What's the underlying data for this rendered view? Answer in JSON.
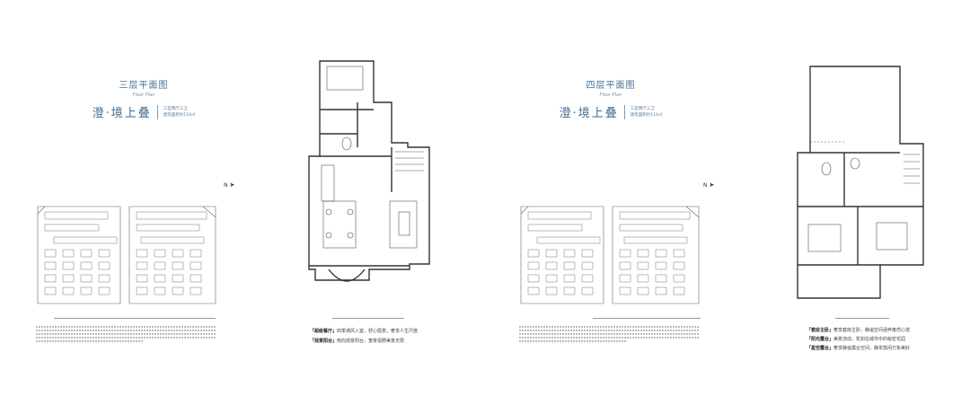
{
  "spreads": [
    {
      "floor_title": "三层平面图",
      "floor_subtitle": "Floor Plan",
      "brand": "澄·境上叠",
      "unit_type": "三室两厅三卫",
      "area": "建筑面积约114㎡",
      "north": "N",
      "plan_note": "",
      "features": [
        {
          "label": "「超级餐厅」",
          "text": "四季通风入室，舒心惬意，奢享人生尺度"
        },
        {
          "label": "「观景阳台」",
          "text": "南向观景阳台，宽景视野美景无限"
        }
      ]
    },
    {
      "floor_title": "四层平面图",
      "floor_subtitle": "Floor Plan",
      "brand": "澄·境上叠",
      "unit_type": "三室两厅三卫",
      "area": "建筑面积约114㎡",
      "north": "N",
      "plan_note": "",
      "features": [
        {
          "label": "「套房主卧」",
          "text": "奢享套房主卧，静谧空间涵养雍然心境"
        },
        {
          "label": "「阳光露台」",
          "text": "美景流动，犹如在城市中的秘密花园"
        },
        {
          "label": "「星空露台」",
          "text": "奢享静谧露台空间，静享悠闲万象美好"
        }
      ]
    }
  ]
}
